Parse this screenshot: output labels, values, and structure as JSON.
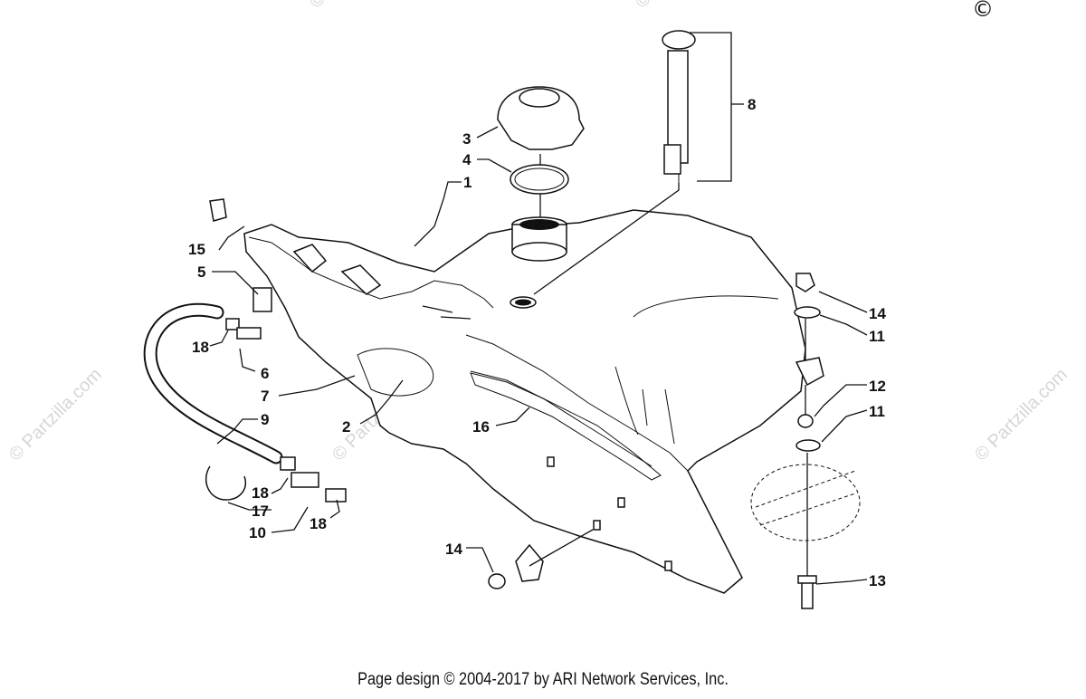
{
  "diagram": {
    "copyright_mark": "©",
    "footer": "Page design © 2004-2017 by ARI Network Services, Inc.",
    "watermark": "© Partzilla.com",
    "callouts": [
      "1",
      "2",
      "3",
      "4",
      "5",
      "6",
      "7",
      "8",
      "9",
      "10",
      "11",
      "11",
      "12",
      "13",
      "14",
      "14",
      "15",
      "16",
      "17",
      "18",
      "18",
      "18"
    ]
  }
}
